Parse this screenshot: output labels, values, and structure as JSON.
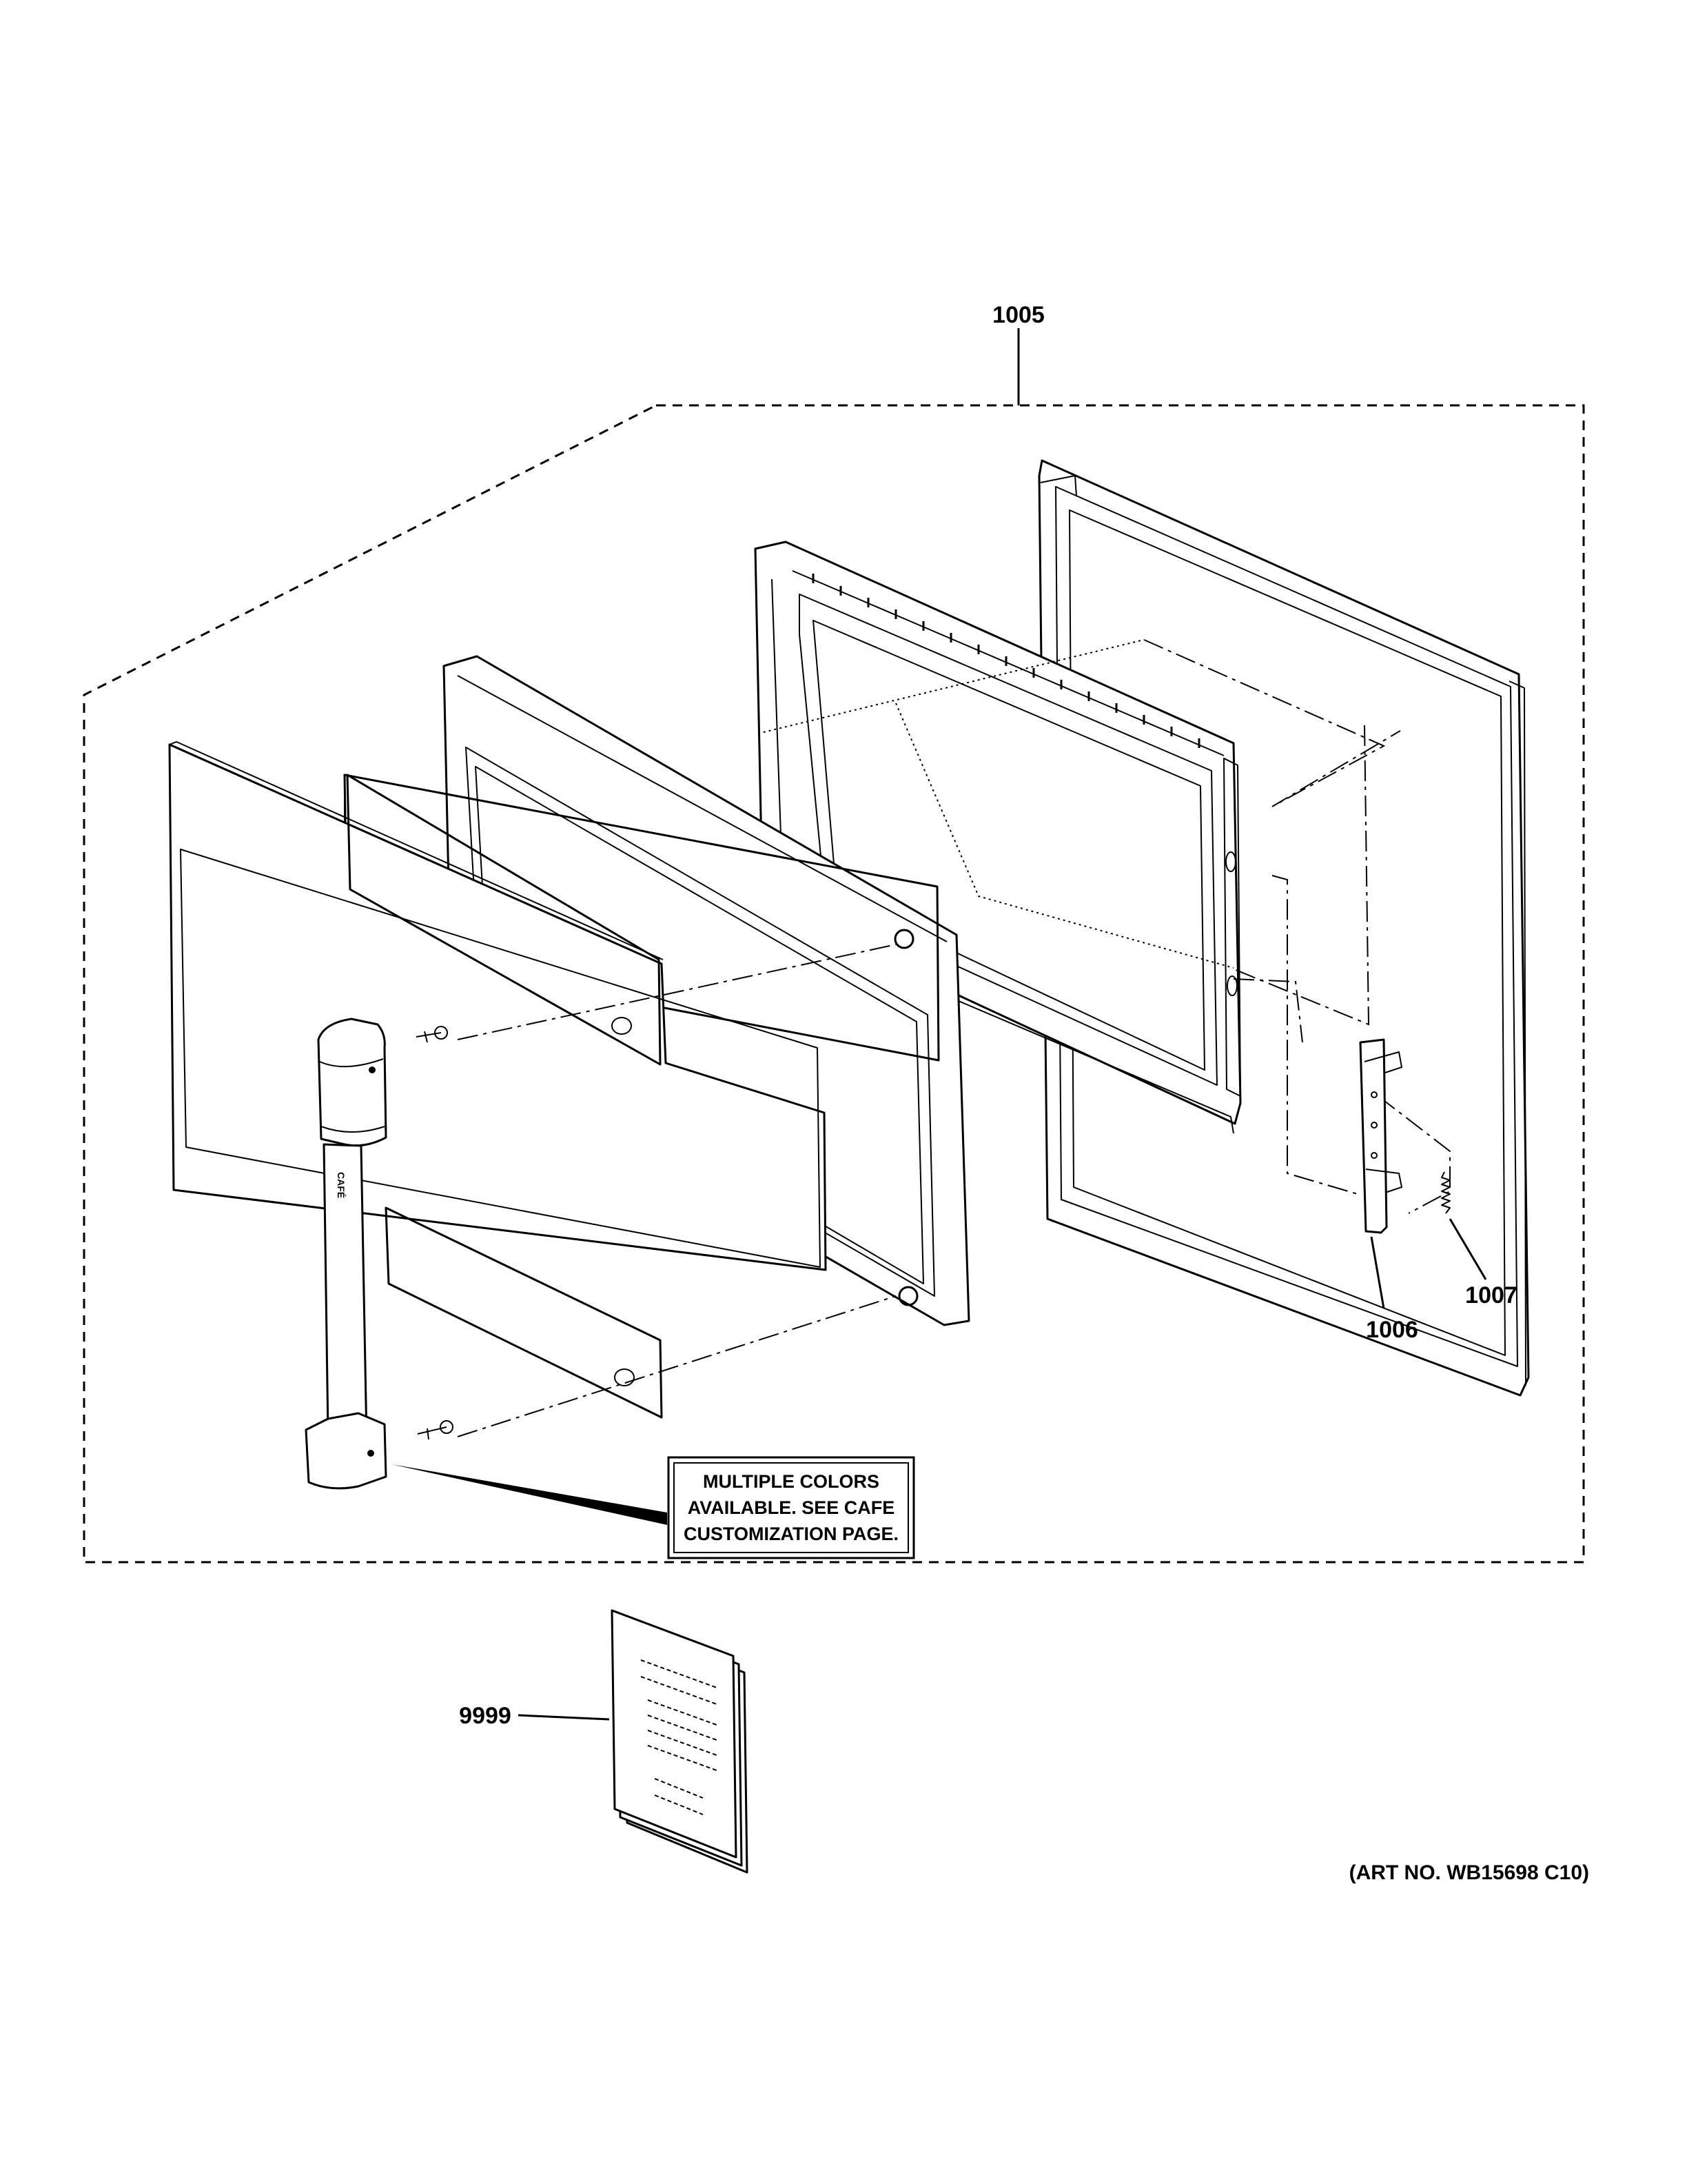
{
  "callouts": {
    "door_assembly": "1005",
    "latch": "1006",
    "spring": "1007",
    "manual": "9999"
  },
  "note": {
    "line1": "MULTIPLE COLORS",
    "line2": "AVAILABLE. SEE CAFE",
    "line3": "CUSTOMIZATION PAGE."
  },
  "art_number": "(ART NO. WB15698 C10)",
  "handle_logo": "CAFÉ"
}
